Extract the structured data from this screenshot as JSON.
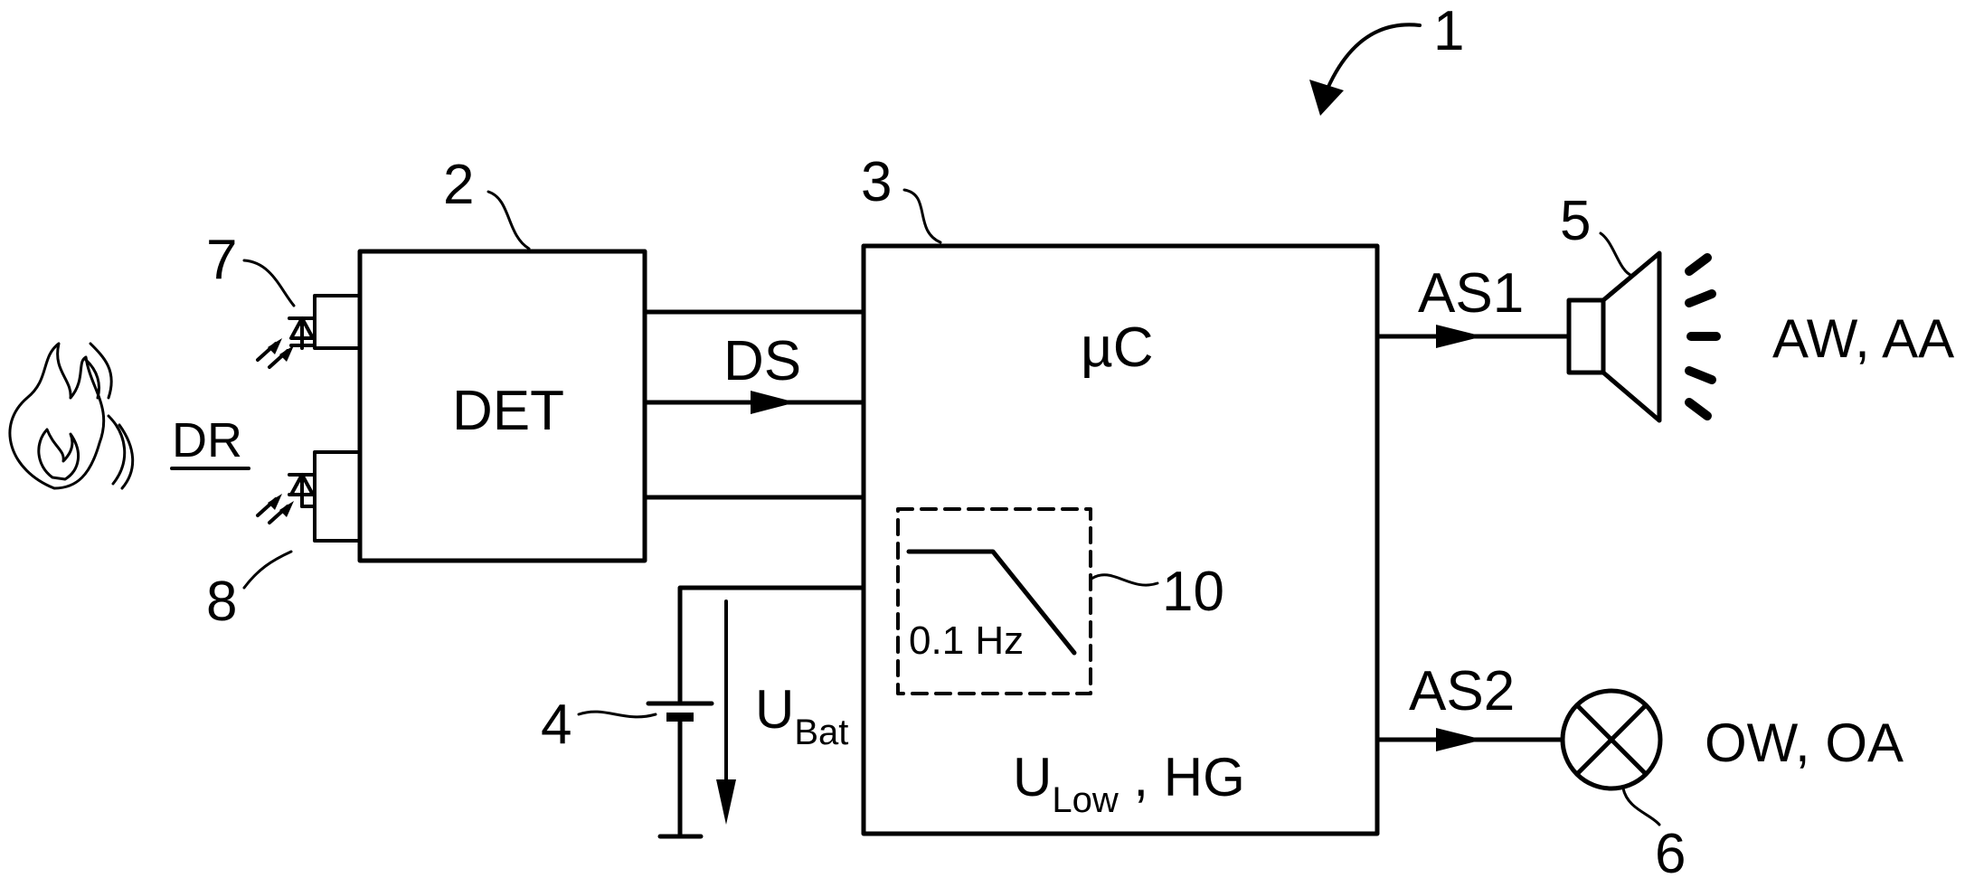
{
  "labels": {
    "system_ref": "1",
    "detector_ref": "2",
    "controller_ref": "3",
    "battery_ref": "4",
    "speaker_ref": "5",
    "lamp_ref": "6",
    "photodiode_top_ref": "7",
    "photodiode_bottom_ref": "8",
    "filter_ref": "10",
    "detector_text": "DET",
    "controller_text": "µC",
    "detector_radiation": "DR",
    "detector_signal": "DS",
    "alarm_signal_1": "AS1",
    "alarm_signal_2": "AS2",
    "acoustic_outputs": "AW, AA",
    "optical_outputs": "OW, OA",
    "battery_voltage_main": "U",
    "battery_voltage_sub": "Bat",
    "low_voltage_main": "U",
    "low_voltage_sub": "Low",
    "low_voltage_suffix": " , HG",
    "filter_frequency": "0.1 Hz"
  }
}
